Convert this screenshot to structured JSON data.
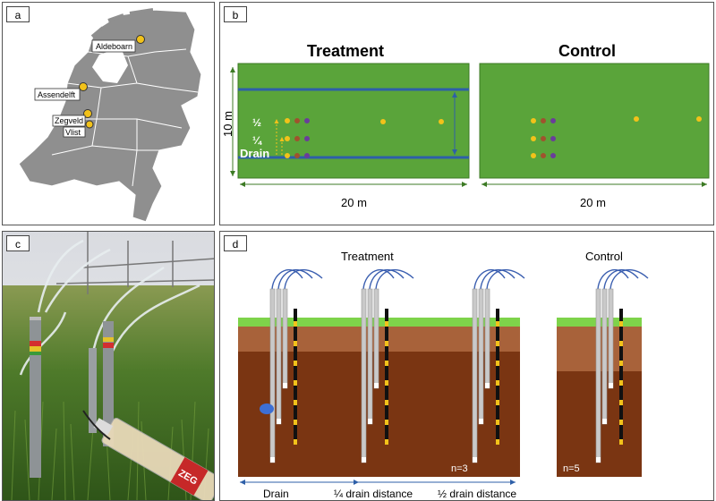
{
  "panels": {
    "a": {
      "label": "a"
    },
    "b": {
      "label": "b"
    },
    "c": {
      "label": "c"
    },
    "d": {
      "label": "d"
    }
  },
  "map": {
    "sites": [
      {
        "name": "Aldeboarn"
      },
      {
        "name": "Assendelft"
      },
      {
        "name": "Zegveld"
      },
      {
        "name": "Vlist"
      }
    ]
  },
  "layout_b": {
    "treatment_title": "Treatment",
    "control_title": "Control",
    "height_label": "10 m",
    "width_label_treatment": "20 m",
    "width_label_control": "20 m",
    "half_label": "½",
    "quarter_label": "¼",
    "drain_label": "Drain"
  },
  "photo": {
    "syringe_text": "ZEG"
  },
  "profile_d": {
    "treatment_title": "Treatment",
    "control_title": "Control",
    "n_treatment": "n=3",
    "n_control": "n=5",
    "x_labels": [
      "Drain",
      "¼ drain distance",
      "½ drain distance"
    ]
  },
  "colors": {
    "grass": "#5aa43a",
    "drain_line": "#2e5fa8",
    "sampler_yellow": "#f2c21a",
    "sampler_brown": "#a0522d",
    "sampler_purple": "#6a3d9a",
    "map_land": "#8f8f8f",
    "soil_dark": "#7a3512",
    "soil_light": "#a8623a"
  }
}
